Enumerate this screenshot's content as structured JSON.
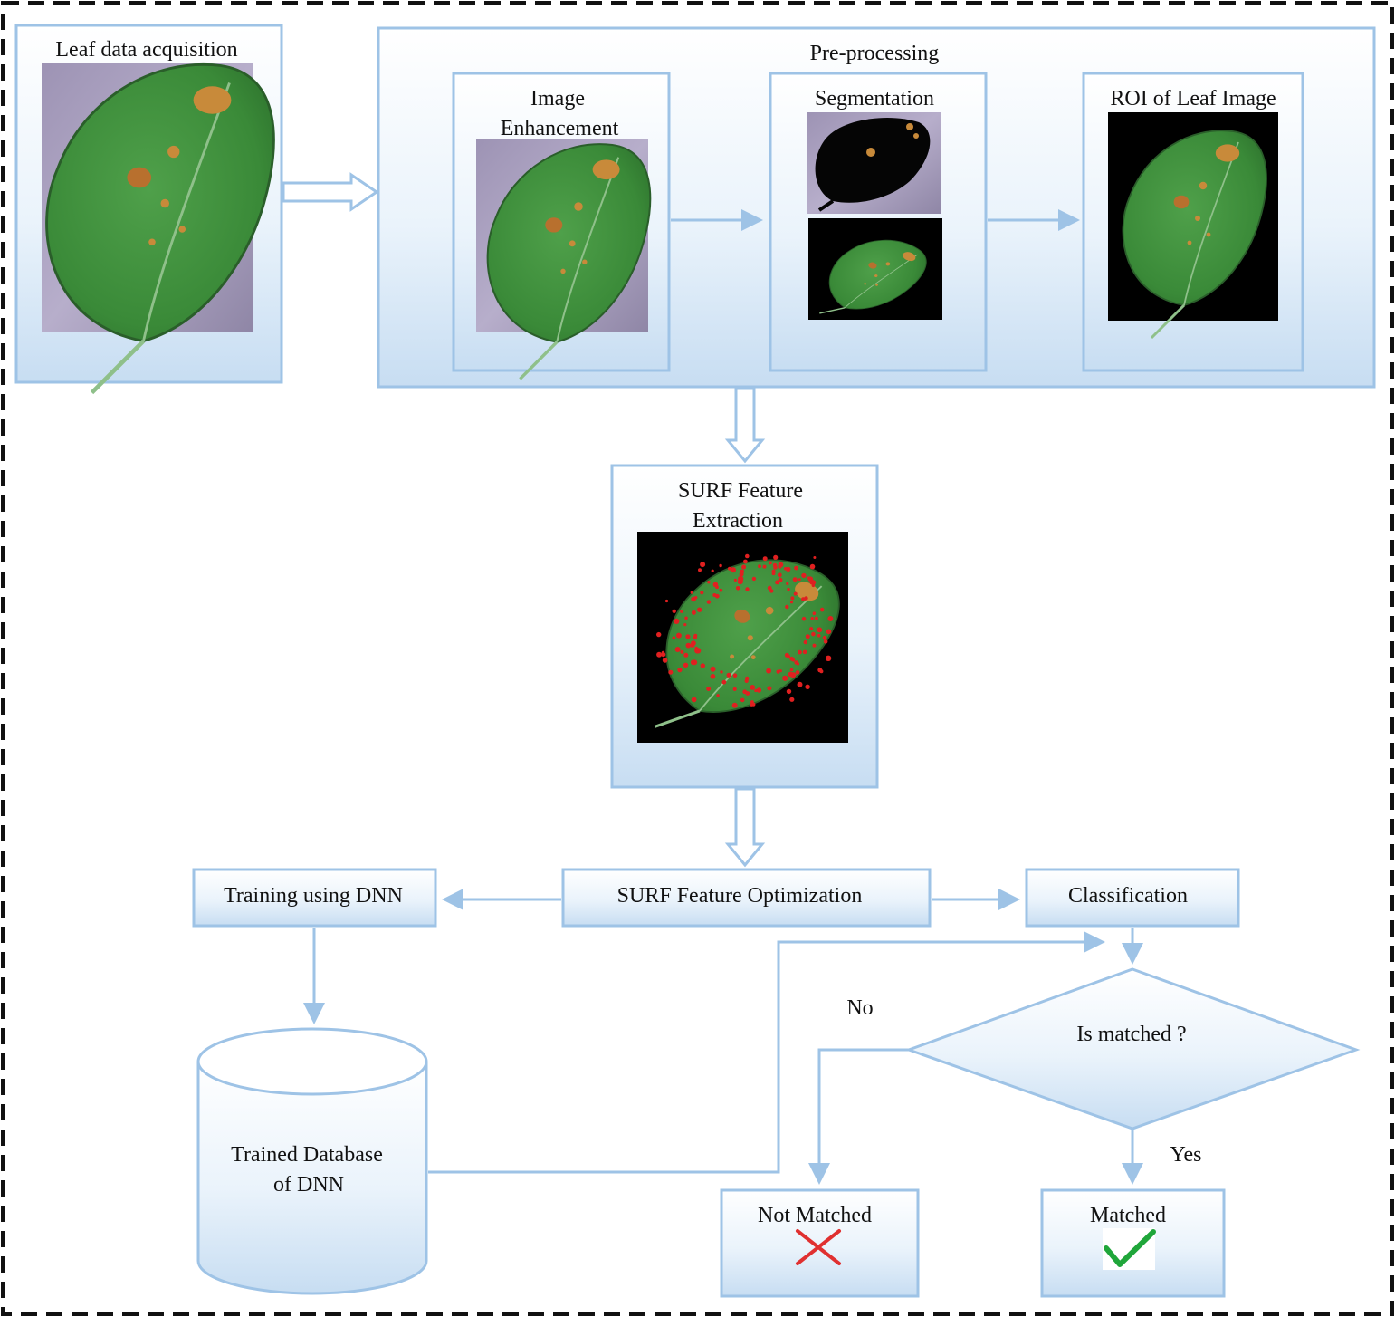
{
  "colors": {
    "box_stroke": "#9ec3e6",
    "box_fill_top": "#ffffff",
    "box_fill_bottom": "#c7ddf2",
    "arrow": "#9ec3e6",
    "frame": "#111111",
    "leaf_green": "#3f8f3c",
    "lesion": "#c88a3a",
    "keypoint_red": "#e02020",
    "cross_red": "#e03030",
    "check_green": "#1fa63a"
  },
  "stages": {
    "acquisition": {
      "title": "Leaf data acquisition"
    },
    "preprocessing": {
      "title": "Pre-processing",
      "enhancement": {
        "title_line1": "Image",
        "title_line2": "Enhancement"
      },
      "segmentation": {
        "title": "Segmentation"
      },
      "roi": {
        "title": "ROI of Leaf Image"
      }
    },
    "surf_extraction": {
      "title_line1": "SURF Feature",
      "title_line2": "Extraction"
    },
    "surf_optimization": {
      "title": "SURF Feature Optimization"
    },
    "training": {
      "title": "Training using DNN"
    },
    "classification": {
      "title": "Classification"
    },
    "database": {
      "title_line1": "Trained Database",
      "title_line2": "of DNN"
    },
    "decision": {
      "question": "Is matched ?",
      "no_label": "No",
      "yes_label": "Yes"
    },
    "not_matched": {
      "title": "Not Matched",
      "icon": "cross-icon"
    },
    "matched": {
      "title": "Matched",
      "icon": "check-icon"
    }
  }
}
